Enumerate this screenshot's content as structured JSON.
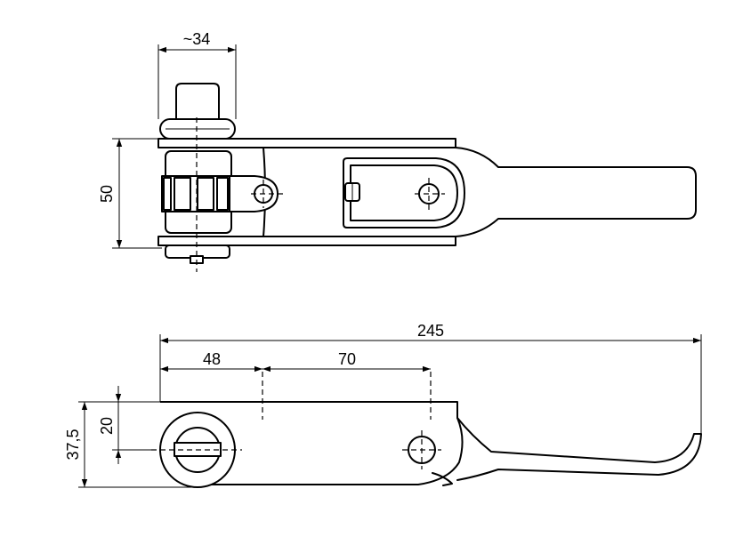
{
  "dimensions": {
    "top_width": "~34",
    "top_height": "50",
    "overall_length": "245",
    "hole_offset": "48",
    "hole_spacing": "70",
    "height_to_axis": "20",
    "total_height": "37,5"
  }
}
